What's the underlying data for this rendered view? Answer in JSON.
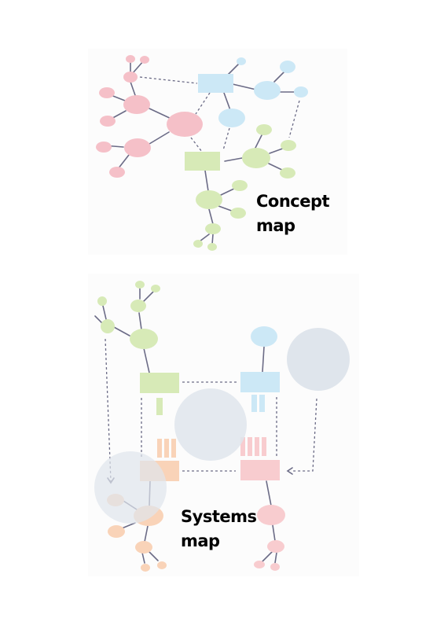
{
  "concept_map": {
    "label_line1": "Concept",
    "label_line2": "map"
  },
  "systems_map": {
    "label_line1": "Systems",
    "label_line2": "map"
  },
  "colors": {
    "pink": "#f5c0c8",
    "blue": "#cce8f6",
    "green": "#d7eab7",
    "orange": "#f9d3b8",
    "rose": "#f8cccf",
    "circle_gray": "#dfe5ec",
    "line": "#6b6b86"
  }
}
